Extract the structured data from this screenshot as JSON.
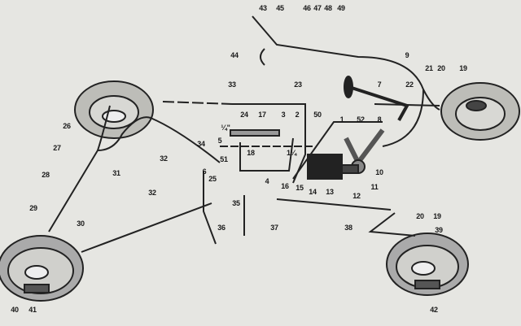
{
  "title": "Brake system exploded diagram",
  "labels": {
    "l43": "43",
    "l45": "45",
    "l46": "46",
    "l47": "47",
    "l48": "48",
    "l49": "49",
    "l44": "44",
    "l9": "9",
    "l21": "21",
    "l20a": "20",
    "l19a": "19",
    "l33": "33",
    "l23": "23",
    "l7": "7",
    "l22": "22",
    "l24": "24",
    "l17": "17",
    "l3": "3",
    "l2": "2",
    "l50": "50",
    "l1": "1",
    "l52": "52",
    "l8": "8",
    "l26": "26",
    "lq": "¼\"",
    "l5": "5",
    "l34": "34",
    "l18": "18",
    "l114": "1¼",
    "l27": "27",
    "l32a": "32",
    "l31": "31",
    "l51": "51",
    "l6": "6",
    "l25": "25",
    "l28": "28",
    "l4": "4",
    "l16": "16",
    "l15": "15",
    "l14": "14",
    "l13": "13",
    "l10": "10",
    "l11": "11",
    "l12": "12",
    "l35": "35",
    "l32b": "32",
    "l29": "29",
    "l30": "30",
    "l36": "36",
    "l37": "37",
    "l38": "38",
    "l20b": "20",
    "l19b": "19",
    "l39": "39",
    "l40": "40",
    "l41": "41",
    "l42": "42"
  }
}
